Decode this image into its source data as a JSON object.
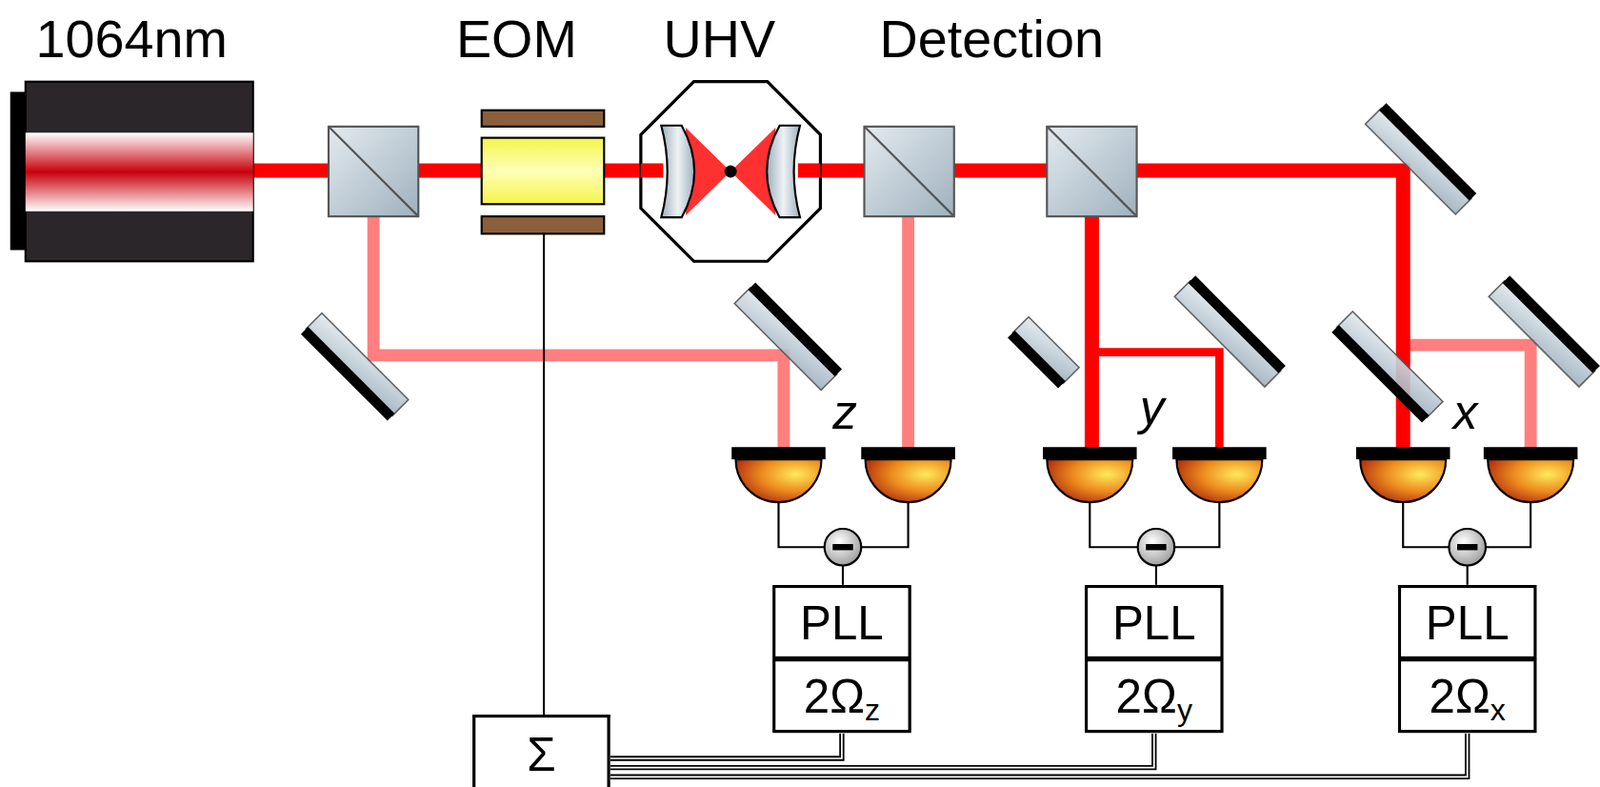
{
  "diagram": {
    "nodes": [
      {
        "text": [
          "PLL"
        ]
      },
      {
        "text": [
          "2Ω",
          "z"
        ]
      },
      {
        "text": [
          "PLL"
        ]
      },
      {
        "text": [
          "2Ω",
          "y"
        ]
      },
      {
        "text": [
          "PLL"
        ]
      },
      {
        "text": [
          "2Ω",
          "x"
        ]
      },
      {
        "text": [
          "Σ"
        ]
      }
    ],
    "edges": [
      {
        "from": 1,
        "to": 6,
        "arrow": "none"
      },
      {
        "from": 3,
        "to": 6,
        "arrow": "none"
      },
      {
        "from": 5,
        "to": 6,
        "arrow": "none"
      }
    ],
    "labels": [
      "1064nm",
      "EOM",
      "UHV",
      "Detection",
      "z",
      "y",
      "x"
    ]
  }
}
